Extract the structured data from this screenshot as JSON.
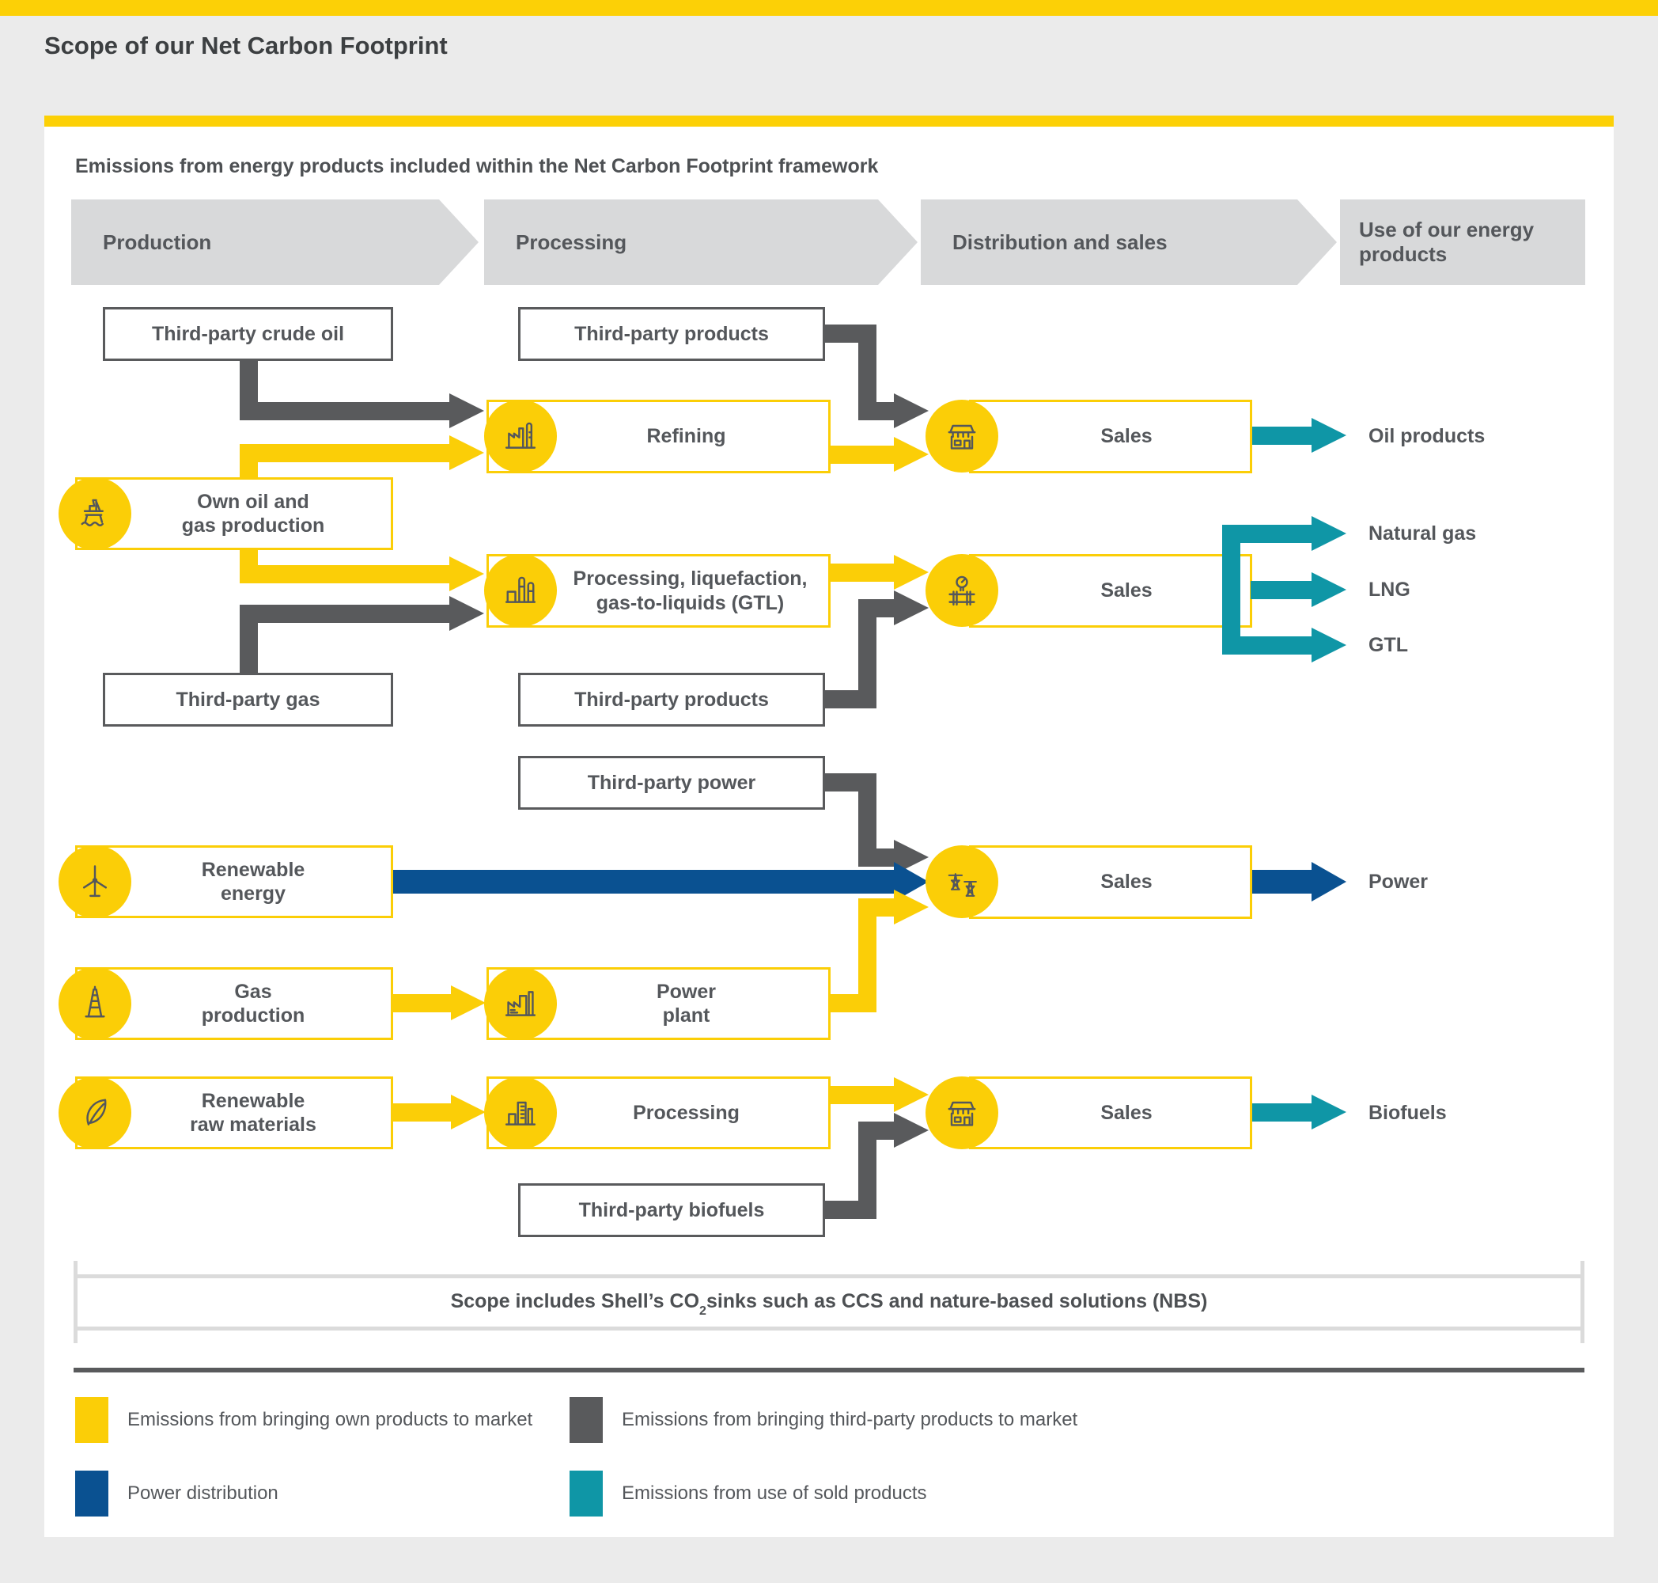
{
  "title": "Scope of our Net Carbon Footprint",
  "subtitle": "Emissions from energy products included within the Net Carbon Footprint framework",
  "stages": {
    "production": "Production",
    "processing": "Processing",
    "distribution": "Distribution and sales",
    "use": "Use of our energy products"
  },
  "nodes": {
    "third_party_crude_oil": "Third-party crude oil",
    "third_party_products_oil": "Third-party products",
    "refining": "Refining",
    "sales_oil": "Sales",
    "own_oil_gas": "Own oil and gas production",
    "processing_gtl": "Processing, liquefaction, gas-to-liquids (GTL)",
    "sales_gas": "Sales",
    "third_party_gas": "Third-party gas",
    "third_party_products_gas": "Third-party products",
    "third_party_power": "Third-party power",
    "renewable_energy": "Renewable energy",
    "sales_power": "Sales",
    "gas_production": "Gas production",
    "power_plant": "Power plant",
    "renewable_raw_materials": "Renewable raw materials",
    "processing_biofuels": "Processing",
    "sales_biofuels": "Sales",
    "third_party_biofuels": "Third-party biofuels"
  },
  "outputs": {
    "oil_products": "Oil products",
    "natural_gas": "Natural gas",
    "lng": "LNG",
    "gtl": "GTL",
    "power": "Power",
    "biofuels": "Biofuels"
  },
  "scope_note": {
    "text_before_sub": "Scope includes Shell’s CO",
    "subscript": "2",
    "text_after_sub": " sinks such as CCS and nature-based solutions (NBS)"
  },
  "legend": {
    "own_products": "Emissions from bringing own products to market",
    "third_party": "Emissions from bringing third-party products to market",
    "power_distribution": "Power distribution",
    "sold_products": "Emissions from use of sold products"
  },
  "colors": {
    "brand_yellow": "#FBCE07",
    "dark_gray": "#595A5C",
    "power_blue": "#0A5191",
    "use_teal": "#0F96A6",
    "stage_gray": "#D8D9DA",
    "background": "#EBEBEB"
  },
  "icons": [
    "oil-platform-icon",
    "refinery-icon",
    "storefront-icon",
    "gas-plant-icon",
    "pipeline-gauge-icon",
    "wind-turbine-icon",
    "derrick-icon",
    "factory-icon",
    "pylon-icon",
    "leaf-icon",
    "buildings-icon"
  ],
  "flows": [
    {
      "from": "third_party_crude_oil",
      "to": "refining",
      "type": "third-party"
    },
    {
      "from": "own_oil_gas",
      "to": "refining",
      "type": "own"
    },
    {
      "from": "own_oil_gas",
      "to": "processing_gtl",
      "type": "own"
    },
    {
      "from": "third_party_gas",
      "to": "processing_gtl",
      "type": "third-party"
    },
    {
      "from": "third_party_products_oil",
      "to": "sales_oil",
      "type": "third-party"
    },
    {
      "from": "refining",
      "to": "sales_oil",
      "type": "own"
    },
    {
      "from": "processing_gtl",
      "to": "sales_gas",
      "type": "own"
    },
    {
      "from": "third_party_products_gas",
      "to": "sales_gas",
      "type": "third-party"
    },
    {
      "from": "sales_oil",
      "to": "oil_products",
      "type": "use"
    },
    {
      "from": "sales_gas",
      "to": "natural_gas",
      "type": "use"
    },
    {
      "from": "sales_gas",
      "to": "lng",
      "type": "use"
    },
    {
      "from": "sales_gas",
      "to": "gtl",
      "type": "use"
    },
    {
      "from": "third_party_power",
      "to": "sales_power",
      "type": "third-party"
    },
    {
      "from": "renewable_energy",
      "to": "sales_power",
      "type": "power"
    },
    {
      "from": "gas_production",
      "to": "power_plant",
      "type": "own"
    },
    {
      "from": "power_plant",
      "to": "sales_power",
      "type": "own"
    },
    {
      "from": "sales_power",
      "to": "power",
      "type": "power"
    },
    {
      "from": "renewable_raw_materials",
      "to": "processing_biofuels",
      "type": "own"
    },
    {
      "from": "processing_biofuels",
      "to": "sales_biofuels",
      "type": "own"
    },
    {
      "from": "third_party_biofuels",
      "to": "sales_biofuels",
      "type": "third-party"
    },
    {
      "from": "sales_biofuels",
      "to": "biofuels",
      "type": "use"
    }
  ]
}
